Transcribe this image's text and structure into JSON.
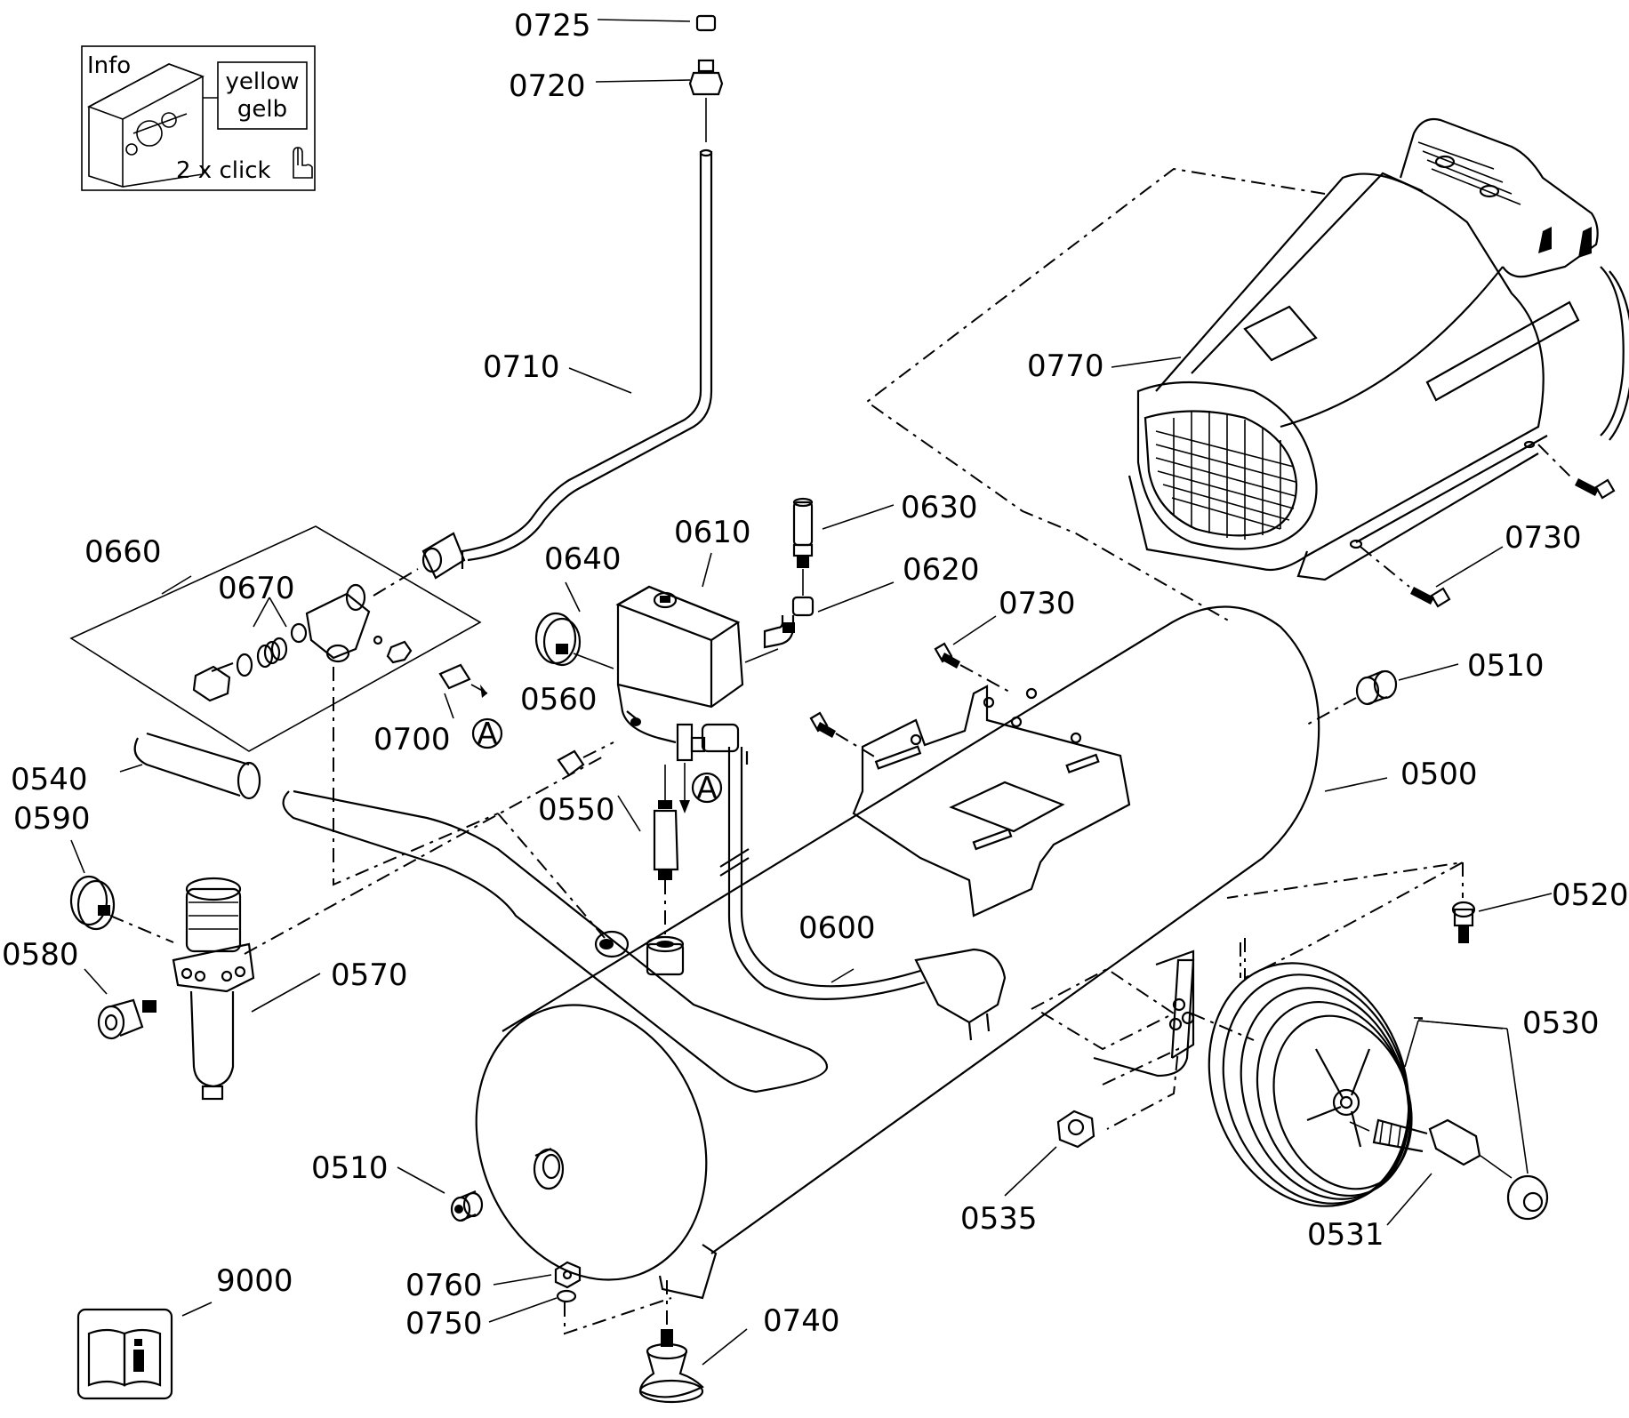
{
  "info_box": {
    "title": "Info",
    "color_en": "yellow",
    "color_de": "gelb",
    "action": "2 x click"
  },
  "part_labels": {
    "p0725": "0725",
    "p0720": "0720",
    "p0710": "0710",
    "p0770": "0770",
    "p0730a": "0730",
    "p0730b": "0730",
    "p0660": "0660",
    "p0670": "0670",
    "p0640": "0640",
    "p0610": "0610",
    "p0630": "0630",
    "p0620": "0620",
    "p0510a": "0510",
    "p0560": "0560",
    "p0700": "0700",
    "p0540": "0540",
    "p0590": "0590",
    "p0550": "0550",
    "p0500": "0500",
    "p0520": "0520",
    "p0580": "0580",
    "p0570": "0570",
    "p0600": "0600",
    "p0530": "0530",
    "p0510b": "0510",
    "p0535": "0535",
    "p0531": "0531",
    "p0760": "0760",
    "p0750": "0750",
    "p0740": "0740",
    "p9000": "9000"
  },
  "markers": {
    "a1": "A",
    "a2": "A"
  },
  "icons": {
    "manual": "manual-book-icon",
    "pointer": "hand-pointer-icon"
  }
}
